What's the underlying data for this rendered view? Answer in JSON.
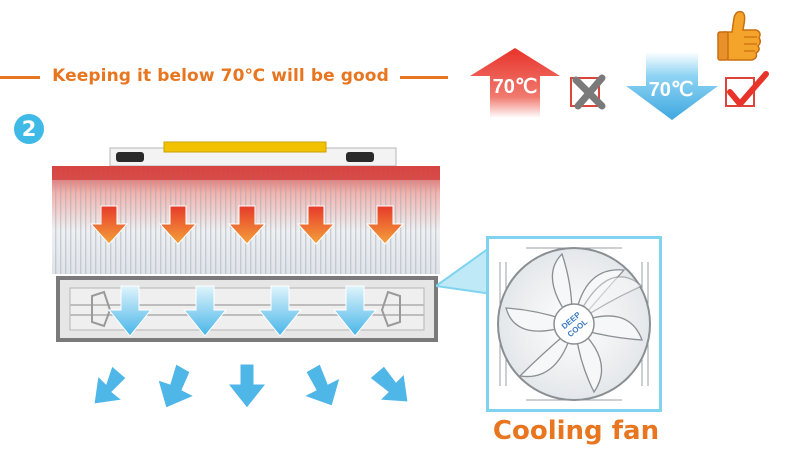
{
  "headline": "Keeping it below 70℃ will be good",
  "step_number": "2",
  "hot_indicator": {
    "temperature": "70℃",
    "arrow": "arrow-up-hot",
    "mark": "cross-checkbox-icon",
    "color": "#e8332a"
  },
  "cool_indicator": {
    "temperature": "70℃",
    "arrow": "arrow-down-cool",
    "mark": "check-checkbox-icon",
    "color": "#4fb6e8"
  },
  "approval_icon": "thumbs-up-icon",
  "fan": {
    "brand_line1": "DEEP",
    "brand_line2": "COOL",
    "caption": "Cooling fan"
  },
  "colors": {
    "accent_orange": "#e8751f",
    "hot_red": "#e8332a",
    "cool_blue": "#4fb6e8",
    "frame_blue": "#7fd3ef"
  }
}
